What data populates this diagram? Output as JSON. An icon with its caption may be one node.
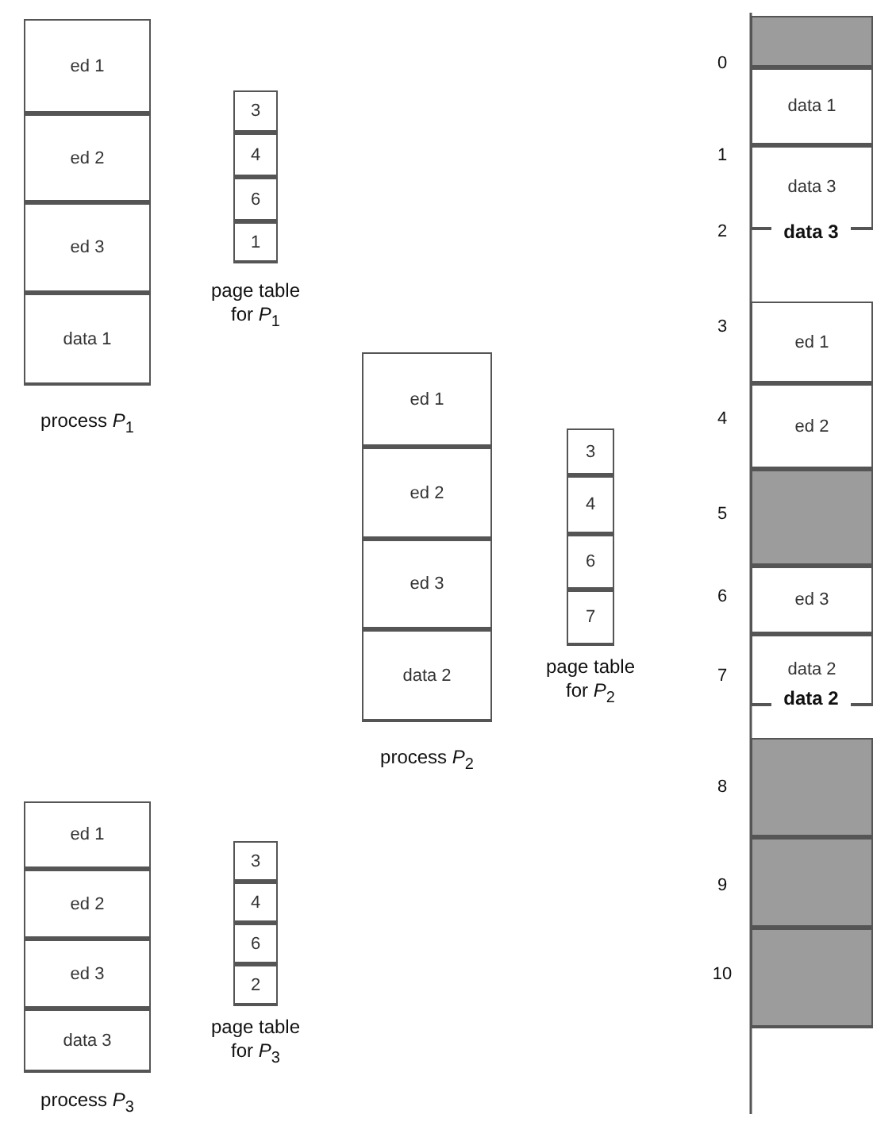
{
  "diagram": {
    "nodes": [
      {
        "text": [
          "ed 1"
        ]
      },
      {
        "text": [
          "ed 2"
        ]
      },
      {
        "text": [
          "ed 3"
        ]
      },
      {
        "text": [
          "data 1"
        ]
      },
      {
        "text": [
          "3"
        ]
      },
      {
        "text": [
          "4"
        ]
      },
      {
        "text": [
          "6"
        ]
      },
      {
        "text": [
          "1"
        ]
      },
      {
        "text": [
          "ed 1"
        ]
      },
      {
        "text": [
          "ed 2"
        ]
      },
      {
        "text": [
          "ed 3"
        ]
      },
      {
        "text": [
          "data 2"
        ]
      },
      {
        "text": [
          "3"
        ]
      },
      {
        "text": [
          "4"
        ]
      },
      {
        "text": [
          "6"
        ]
      },
      {
        "text": [
          "7"
        ]
      },
      {
        "text": [
          "ed 1"
        ]
      },
      {
        "text": [
          "ed 2"
        ]
      },
      {
        "text": [
          "ed 3"
        ]
      },
      {
        "text": [
          "data 3"
        ]
      },
      {
        "text": [
          "3"
        ]
      },
      {
        "text": [
          "4"
        ]
      },
      {
        "text": [
          "6"
        ]
      },
      {
        "text": [
          "2"
        ]
      },
      {
        "text": [],
        "shape": "box"
      },
      {
        "text": [
          "data 1"
        ]
      },
      {
        "text": [
          "data 3"
        ]
      },
      {
        "text": [
          "ed 1"
        ]
      },
      {
        "text": [
          "ed 2"
        ]
      },
      {
        "text": [],
        "shape": "box"
      },
      {
        "text": [
          "ed 3"
        ]
      },
      {
        "text": [
          "data 2"
        ]
      },
      {
        "text": [],
        "shape": "box"
      },
      {
        "text": [],
        "shape": "box"
      },
      {
        "text": [],
        "shape": "box"
      }
    ],
    "labels": [
      "process *P*$_{1}$",
      "page table for *P*$_{1}$",
      "process *P*$_{2}$",
      "page table for *P*$_{2}$",
      "process *P*$_{3}$",
      "page table for *P*$_{3}$",
      "0",
      "1",
      "2",
      "data 3",
      "3",
      "4",
      "5",
      "6",
      "7",
      "data 2",
      "8",
      "9",
      "10"
    ]
  }
}
